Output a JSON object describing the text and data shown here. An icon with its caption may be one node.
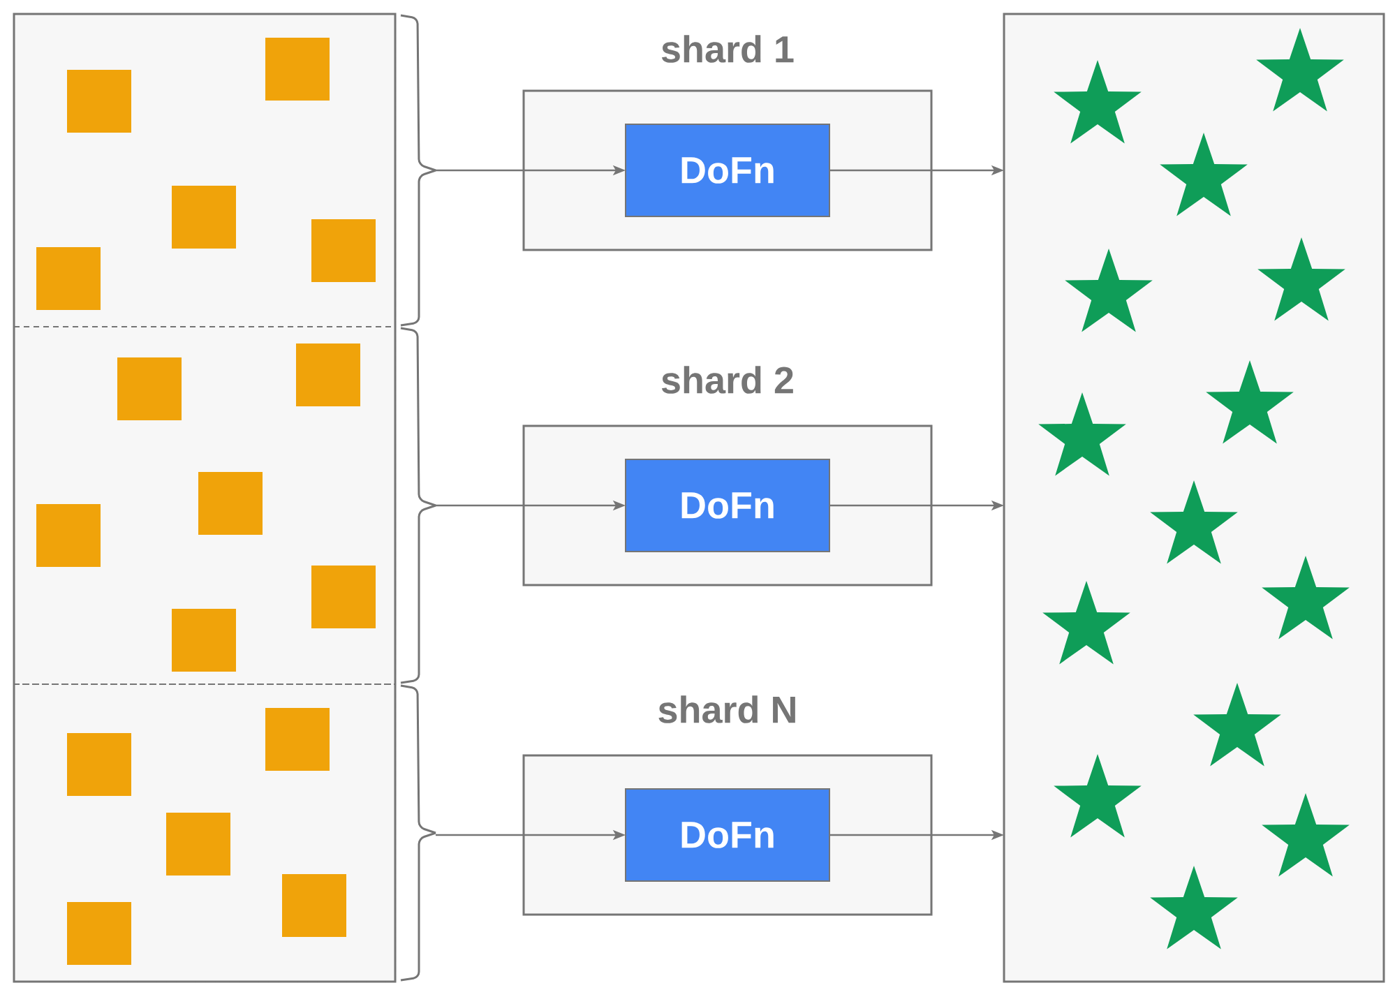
{
  "diagram": {
    "nodes": [
      {
        "text": [],
        "shape": "box"
      },
      {
        "text": [],
        "shape": "box",
        "in": 0
      },
      {
        "text": [],
        "shape": "box",
        "in": 0
      },
      {
        "text": [],
        "shape": "box",
        "in": 0
      },
      {
        "text": [
          "shard 1"
        ]
      },
      {
        "text": [
          "DoFn"
        ],
        "in": 4
      },
      {
        "text": [
          "shard 2"
        ]
      },
      {
        "text": [
          "DoFn"
        ],
        "in": 6
      },
      {
        "text": [
          "shard N"
        ]
      },
      {
        "text": [
          "DoFn"
        ],
        "in": 8
      },
      {
        "text": [],
        "shape": "box"
      }
    ],
    "edges": [
      {
        "from": 1,
        "to": 5,
        "arrow": "to"
      },
      {
        "from": 5,
        "to": 10,
        "arrow": "to"
      },
      {
        "from": 2,
        "to": 7,
        "arrow": "to"
      },
      {
        "from": 7,
        "to": 10,
        "arrow": "to"
      },
      {
        "from": 3,
        "to": 9,
        "arrow": "to"
      },
      {
        "from": 9,
        "to": 10,
        "arrow": "to"
      }
    ]
  }
}
